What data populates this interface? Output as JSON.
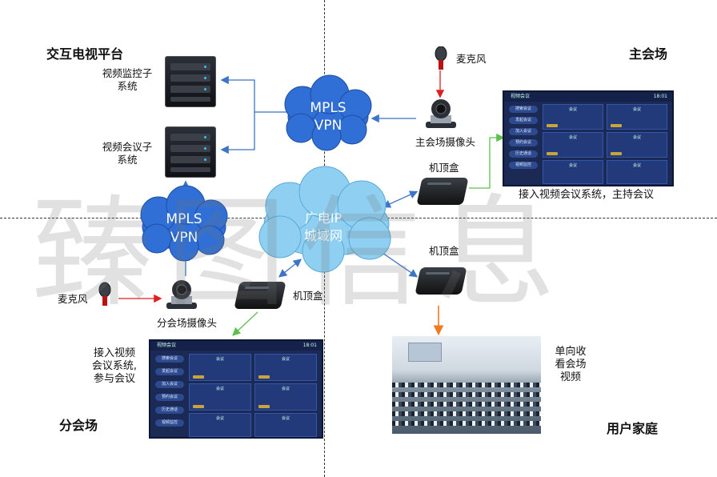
{
  "zones": {
    "top_left": "交互电视平台",
    "top_right": "主会场",
    "bottom_left": "分会场",
    "bottom_right": "用户家庭"
  },
  "clouds": {
    "mpls_top": [
      "MPLS",
      "VPN"
    ],
    "mpls_left": [
      "MPLS",
      "VPN"
    ],
    "gd_ip": [
      "广电IP",
      "城域网"
    ]
  },
  "labels": {
    "video_monitor": [
      "视频监控子",
      "系统"
    ],
    "video_conf": [
      "视频会议子",
      "系统"
    ],
    "mic_main": "麦克风",
    "cam_main": "主会场摄像头",
    "stb_main": "机顶盒",
    "screen_main_caption": "接入视频会议系统，主持会议",
    "mic_branch": "麦克风",
    "cam_branch": "分会场摄像头",
    "stb_branch": "机顶盒",
    "branch_caption": [
      "接入视频",
      "会议系统,",
      "参与会议"
    ],
    "stb_home": "机顶盒",
    "home_caption": [
      "单向收",
      "看会场",
      "视频"
    ]
  },
  "watermark": "臻图信息",
  "screen_ui": {
    "app_name": "视频会议",
    "time": "18:01",
    "menu": [
      "搜索会议",
      "发起会议",
      "加入会议",
      "预约会议",
      "历史通话",
      "视频监控"
    ],
    "card_title": "会议"
  },
  "colors": {
    "cloud": "#2f6fd6",
    "link_blue": "#3b74c9",
    "link_red": "#e02020",
    "link_green": "#5cc14a",
    "link_orange": "#f07a20"
  }
}
